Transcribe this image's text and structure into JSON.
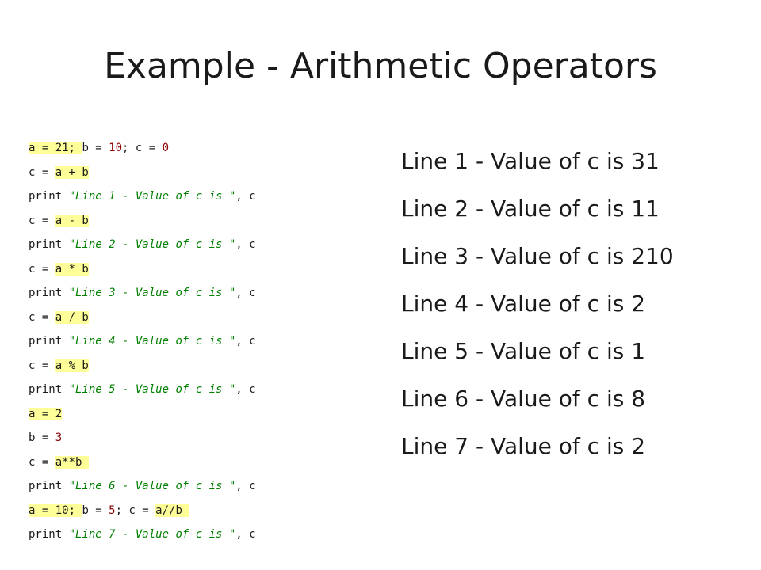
{
  "slide": {
    "title": "Example - Arithmetic Operators"
  },
  "code": {
    "lines": [
      {
        "segments": [
          {
            "text": "a = 21; ",
            "hl": true
          },
          {
            "text": "b = "
          },
          {
            "text": "10",
            "kind": "num"
          },
          {
            "text": "; c = "
          },
          {
            "text": "0",
            "kind": "num"
          }
        ]
      },
      {
        "segments": [
          {
            "text": "c = "
          },
          {
            "text": "a + b",
            "hl": true
          }
        ]
      },
      {
        "segments": [
          {
            "text": "print "
          },
          {
            "text": "\"Line 1 - Value of c is \"",
            "kind": "str"
          },
          {
            "text": ", c"
          }
        ]
      },
      {
        "segments": [
          {
            "text": "c = "
          },
          {
            "text": "a - b",
            "hl": true
          }
        ]
      },
      {
        "segments": [
          {
            "text": "print "
          },
          {
            "text": "\"Line 2 - Value of c is \"",
            "kind": "str"
          },
          {
            "text": ", c"
          }
        ]
      },
      {
        "segments": [
          {
            "text": "c = "
          },
          {
            "text": "a * b",
            "hl": true
          }
        ]
      },
      {
        "segments": [
          {
            "text": "print "
          },
          {
            "text": "\"Line 3 - Value of c is \"",
            "kind": "str"
          },
          {
            "text": ", c"
          }
        ]
      },
      {
        "segments": [
          {
            "text": "c = "
          },
          {
            "text": "a / b",
            "hl": true
          }
        ]
      },
      {
        "segments": [
          {
            "text": "print "
          },
          {
            "text": "\"Line 4 - Value of c is \"",
            "kind": "str"
          },
          {
            "text": ", c"
          }
        ]
      },
      {
        "segments": [
          {
            "text": "c = "
          },
          {
            "text": "a % b",
            "hl": true
          }
        ]
      },
      {
        "segments": [
          {
            "text": "print "
          },
          {
            "text": "\"Line 5 - Value of c is \"",
            "kind": "str"
          },
          {
            "text": ", c"
          }
        ]
      },
      {
        "segments": [
          {
            "text": "a = 2",
            "hl": true
          }
        ]
      },
      {
        "segments": [
          {
            "text": "b = "
          },
          {
            "text": "3",
            "kind": "num"
          }
        ]
      },
      {
        "segments": [
          {
            "text": "c = "
          },
          {
            "text": "a**b ",
            "hl": true
          }
        ]
      },
      {
        "segments": [
          {
            "text": "print "
          },
          {
            "text": "\"Line 6 - Value of c is \"",
            "kind": "str"
          },
          {
            "text": ", c"
          }
        ]
      },
      {
        "segments": [
          {
            "text": "a = 10; ",
            "hl": true
          },
          {
            "text": "b = "
          },
          {
            "text": "5",
            "kind": "num"
          },
          {
            "text": "; c = "
          },
          {
            "text": "a//b ",
            "hl": true
          }
        ]
      },
      {
        "segments": [
          {
            "text": "print "
          },
          {
            "text": "\"Line 7 - Value of c is \"",
            "kind": "str"
          },
          {
            "text": ", c"
          }
        ]
      }
    ]
  },
  "output": {
    "lines": [
      "Line 1 - Value of c is 31",
      "Line 2 - Value of c is 11",
      "Line 3 - Value of c is 210",
      "Line 4 - Value of c is 2",
      "Line 5 - Value of c is 1",
      "Line 6 - Value of c is 8",
      "Line 7 - Value of c is 2"
    ]
  },
  "colors": {
    "highlight": "#ffff99",
    "number": "#8b0000",
    "string": "#008000",
    "text": "#1a1a1a",
    "background": "#ffffff"
  }
}
